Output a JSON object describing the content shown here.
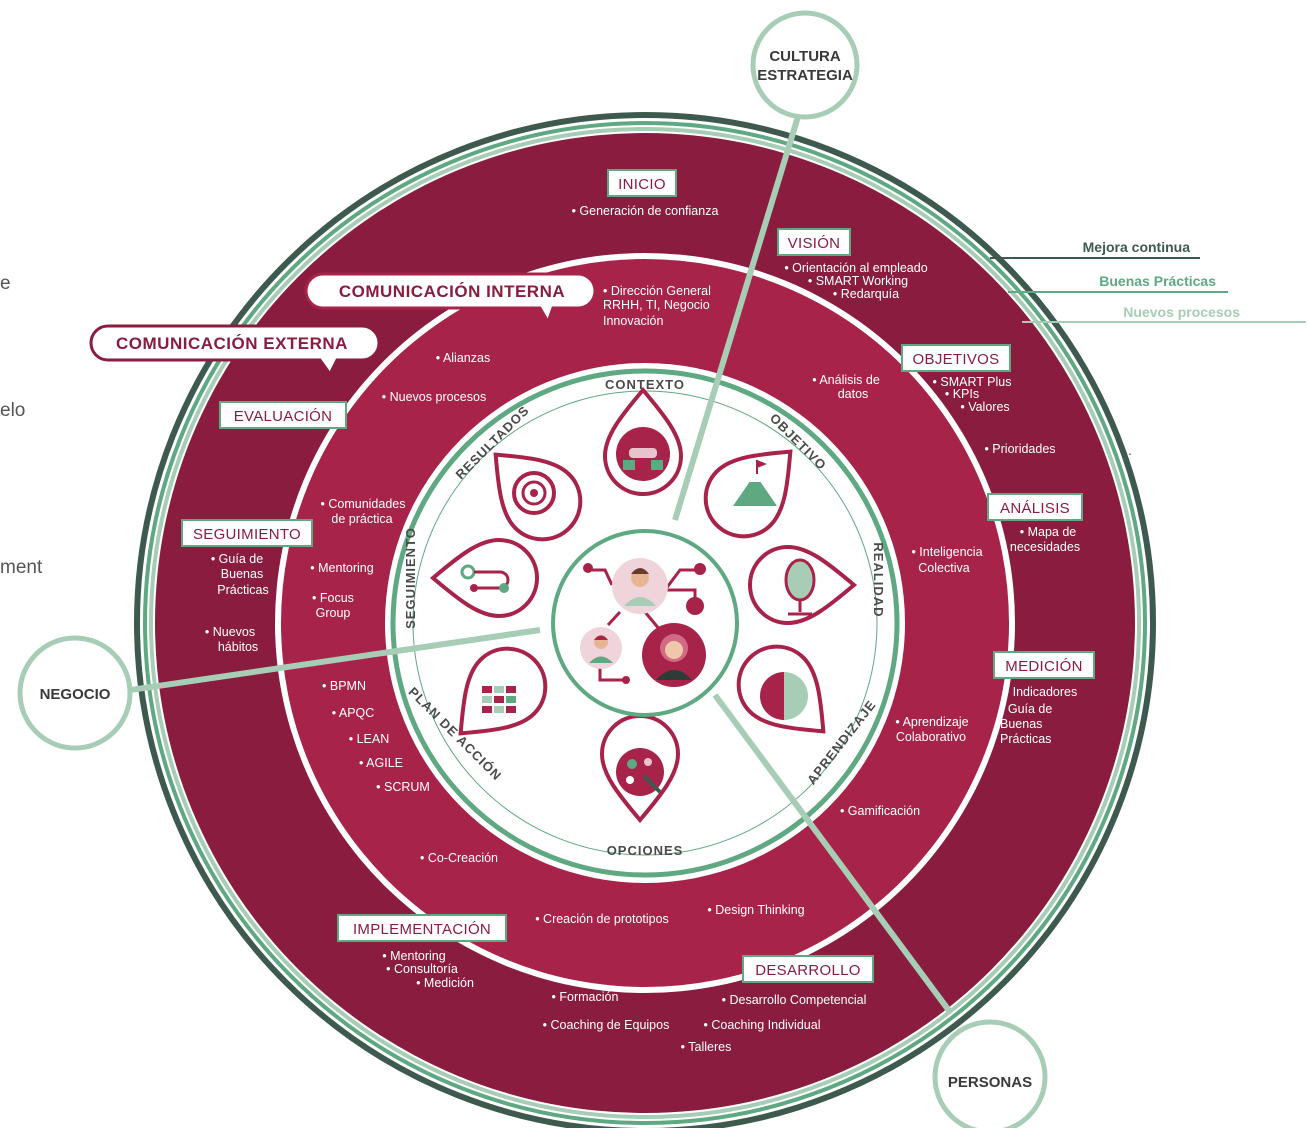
{
  "colors": {
    "outer_ring": "#8a1d3f",
    "middle_ring": "#a8234a",
    "teal_dark": "#3e5a4f",
    "teal": "#5ea882",
    "teal_light": "#a7cdb6",
    "accent_pink": "#a8234a"
  },
  "left_edge_fragments": [
    "e",
    "elo",
    "ment"
  ],
  "callouts": {
    "internal": "COMUNICACIÓN INTERNA",
    "external": "COMUNICACIÓN EXTERNA"
  },
  "corner_circles": {
    "top": [
      "CULTURA",
      "ESTRATEGIA"
    ],
    "left": "NEGOCIO",
    "bottom": "PERSONAS"
  },
  "legend": {
    "items": [
      {
        "label": "Mejora continua",
        "color": "#3e5a4f"
      },
      {
        "label": "Buenas Prácticas",
        "color": "#5ea882"
      },
      {
        "label": "Nuevos procesos",
        "color": "#a7cdb6"
      }
    ],
    "dot": "."
  },
  "stage_boxes": {
    "inicio": "INICIO",
    "vision": "VISIÓN",
    "objetivos": "OBJETIVOS",
    "analisis": "ANÁLISIS",
    "medicion": "MEDICIÓN",
    "desarrollo": "DESARROLLO",
    "implementacion": "IMPLEMENTACIÓN",
    "seguimiento": "SEGUIMIENTO",
    "evaluacion": "EVALUACIÓN"
  },
  "outer_ring_text": {
    "inicio": [
      "• Generación de confianza"
    ],
    "vision": [
      "• Orientación al empleado",
      "• SMART Working",
      "• Redarquía"
    ],
    "objetivos": [
      "• SMART Plus",
      "• KPIs",
      "• Valores"
    ],
    "prioridades": [
      "• Prioridades"
    ],
    "analisis": [
      "• Mapa de",
      "necesidades"
    ],
    "medicion_indicadores": [
      "• Indicadores"
    ],
    "medicion_guia": [
      "• Guía de",
      "Buenas",
      "Prácticas"
    ],
    "desarrollo_competencial": [
      "• Desarrollo Competencial"
    ],
    "coaching_individual": [
      "• Coaching Individual"
    ],
    "talleres": [
      "• Talleres"
    ],
    "formacion": [
      "• Formación"
    ],
    "coaching_equipos": [
      "• Coaching de Equipos"
    ],
    "implementacion": [
      "• Mentoring",
      "• Consultoría",
      "• Medición"
    ],
    "nuevos_habitos": [
      "• Nuevos",
      "hábitos"
    ],
    "seguimiento": [
      "• Guía de",
      "Buenas",
      "Prácticas"
    ]
  },
  "middle_ring_text": {
    "direccion": [
      "• Dirección General",
      "RRHH, TI, Negocio",
      "Innovación"
    ],
    "alianzas": [
      "• Alianzas"
    ],
    "nuevos_procesos": [
      "• Nuevos procesos"
    ],
    "analisis_datos": [
      "• Análisis de",
      "datos"
    ],
    "inteligencia": [
      "• Inteligencia",
      "Colectiva"
    ],
    "aprendizaje": [
      "• Aprendizaje",
      "Colaborativo"
    ],
    "gamificacion": [
      "• Gamificación"
    ],
    "design_thinking": [
      "• Design Thinking"
    ],
    "prototipos": [
      "• Creación de prototipos"
    ],
    "cocreacion": [
      "• Co-Creación"
    ],
    "comunidades": [
      "• Comunidades",
      "de práctica"
    ],
    "mentoring": [
      "• Mentoring"
    ],
    "focus": [
      "• Focus",
      "Group"
    ],
    "bpmn": [
      "• BPMN"
    ],
    "apqc": [
      "• APQC"
    ],
    "lean": [
      "• LEAN"
    ],
    "agile": [
      "• AGILE"
    ],
    "scrum": [
      "• SCRUM"
    ]
  },
  "wheel_labels": {
    "contexto": "CONTEXTO",
    "objetivo": "OBJETIVO",
    "realidad": "REALIDAD",
    "aprendizaje": "APRENDIZAJE",
    "opciones": "OPCIONES",
    "plan": "PLAN DE ACCIÓN",
    "seguimiento": "SEGUIMIENTO",
    "resultados": "RESULTADOS"
  }
}
